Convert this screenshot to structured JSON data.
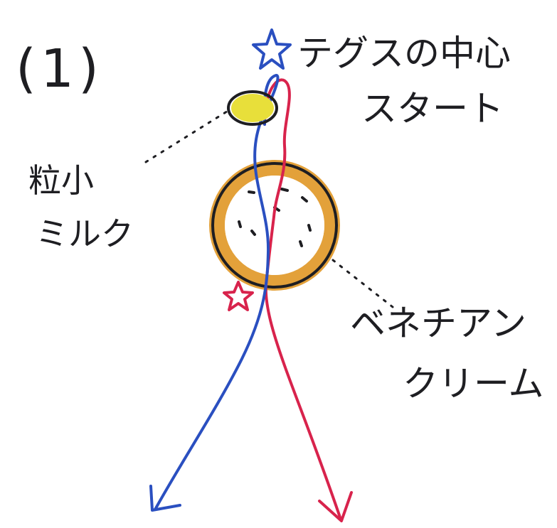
{
  "step_label": "(1)",
  "labels": {
    "start_line1": "テグスの中心",
    "start_line2": "スタート",
    "small_bead_line1": "粒小",
    "small_bead_line2": "ミルク",
    "large_bead_line1": "ベネチアン",
    "large_bead_line2": "クリーム"
  },
  "colors": {
    "blue_thread": "#2a4fc0",
    "red_thread": "#d8234c",
    "small_bead": "#e8df3a",
    "large_bead_ring": "#e3a13a",
    "outline": "#1e1e22"
  },
  "icons": {
    "start_marker": "star-icon",
    "red_marker": "star-icon",
    "arrowheads": "arrow-icon"
  }
}
